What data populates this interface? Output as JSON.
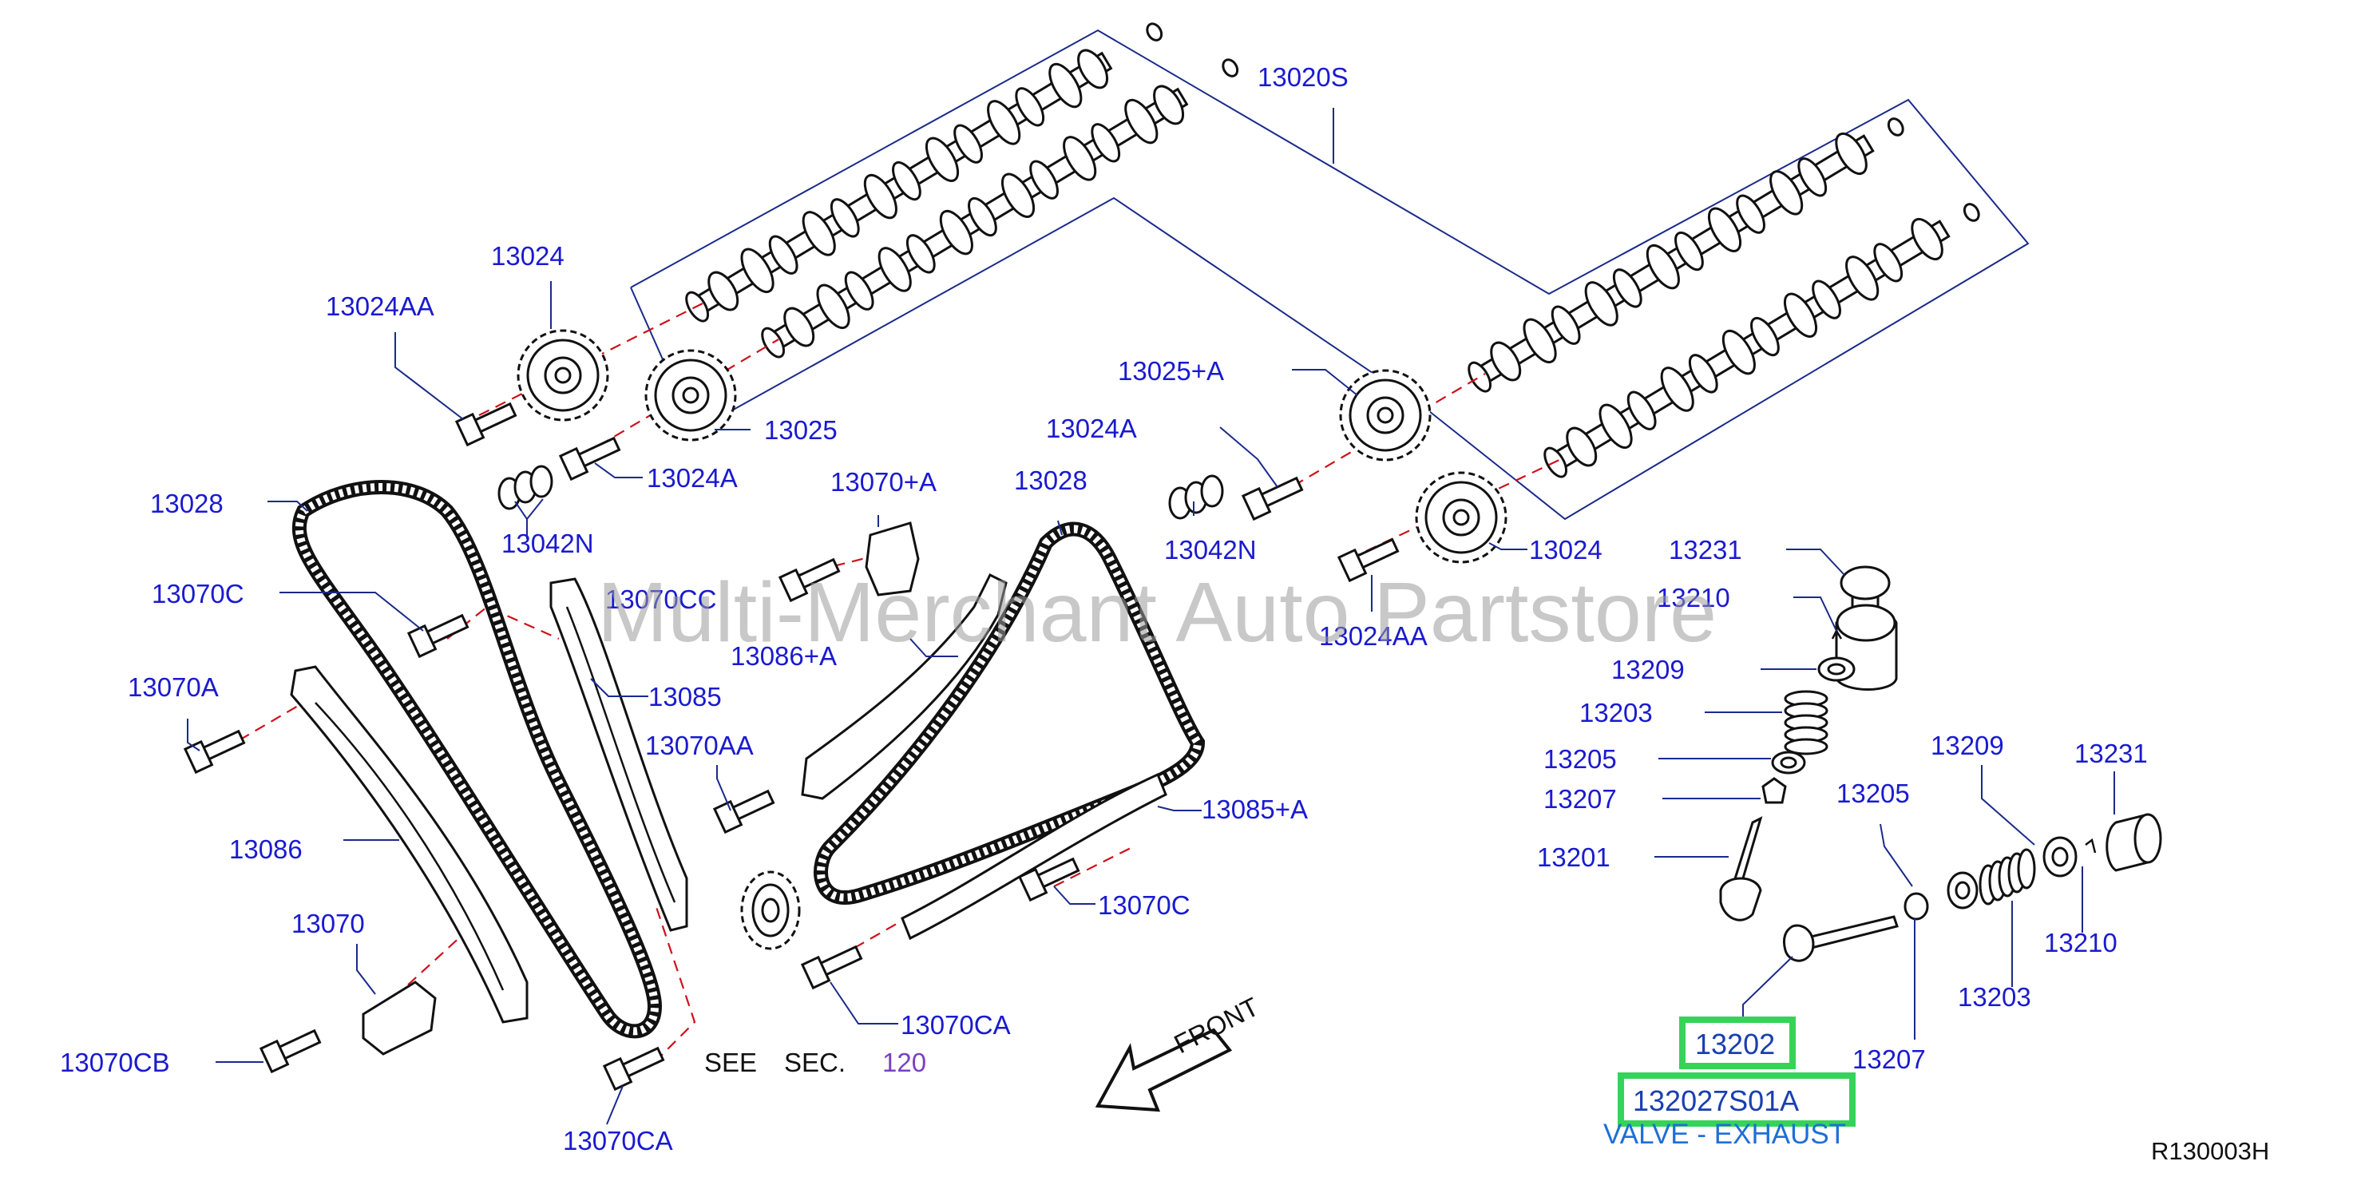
{
  "labels": {
    "l13020S": "13020S",
    "l13024_top": "13024",
    "l13024AA_left": "13024AA",
    "l13025_left": "13025",
    "l13024A_left": "13024A",
    "l13042N_left": "13042N",
    "l13028_left": "13028",
    "l13070C_left": "13070C",
    "l13070A": "13070A",
    "l13086": "13086",
    "l13070": "13070",
    "l13070CB": "13070CB",
    "l13085": "13085",
    "l13070CC": "13070CC",
    "l13070CA_bottom": "13070CA",
    "l13070pA": "13070+A",
    "l13086pA": "13086+A",
    "l13070AA": "13070AA",
    "l13028_right": "13028",
    "l13085pA": "13085+A",
    "l13070C_right": "13070C",
    "l13070CA_mid": "13070CA",
    "l13025pA": "13025+A",
    "l13024A_right": "13024A",
    "l13042N_right": "13042N",
    "l13024_right": "13024",
    "l13024AA_right": "13024AA",
    "l13231_top": "13231",
    "l13210_top": "13210",
    "l13209_top": "13209",
    "l13203_top": "13203",
    "l13205_top": "13205",
    "l13207_top": "13207",
    "l13201": "13201",
    "l13205_right": "13205",
    "l13209_right": "13209",
    "l13231_right": "13231",
    "l13210_right": "13210",
    "l13203_right": "13203",
    "l13207_right": "13207"
  },
  "see_sec": {
    "see": "SEE",
    "sec": "SEC.",
    "number": "120"
  },
  "front_label": "FRONT",
  "highlight": {
    "part_number": "13202",
    "oem_number": "132027S01A",
    "description": "VALVE - EXHAUST"
  },
  "watermark": "Multi-Merchant Auto Partstore",
  "diagram_ref": "R130003H",
  "colors": {
    "label_blue": "#1a1ad0",
    "highlight_green": "#36d35a",
    "caption_blue": "#1f6fd6",
    "reference_purple": "#7b3fc4",
    "center_line_red": "#d0101a"
  }
}
